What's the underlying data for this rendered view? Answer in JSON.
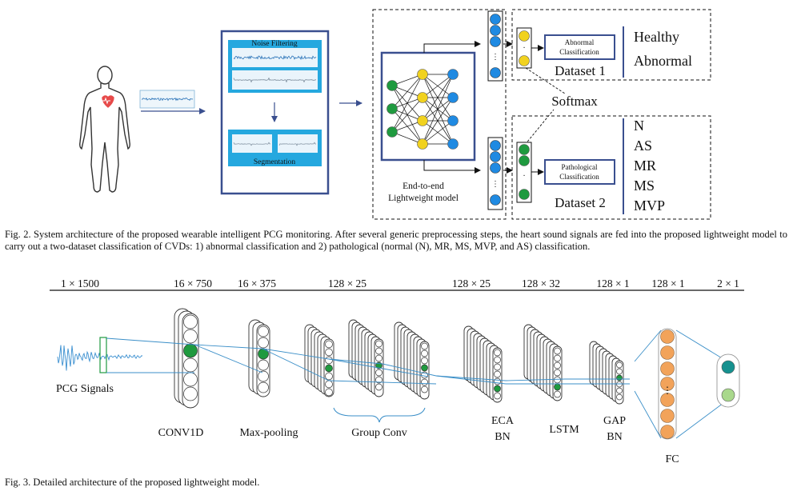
{
  "figure2": {
    "noise_filtering": "Noise Filtering",
    "segmentation": "Segmentation",
    "model_label_line1": "End-to-end",
    "model_label_line2": "Lightweight model",
    "softmax": "Softmax",
    "abnormal_box_line1": "Abnormal",
    "abnormal_box_line2": "Classification",
    "pathological_box_line1": "Pathological",
    "pathological_box_line2": "Classification",
    "dataset1": "Dataset 1",
    "dataset2": "Dataset 2",
    "dataset1_classes": [
      "Healthy",
      "Abnormal"
    ],
    "dataset2_classes": [
      "N",
      "AS",
      "MR",
      "MS",
      "MVP"
    ],
    "caption": "Fig. 2.   System architecture of the proposed wearable intelligent PCG monitoring. After several generic preprocessing steps, the heart sound signals are fed into the proposed lightweight model to carry out a two-dataset classification of CVDs: 1) abnormal classification and 2) pathological (normal (N), MR, MS, MVP, and AS) classification."
  },
  "figure3": {
    "dims": [
      "1 × 1500",
      "16 × 750",
      "16 × 375",
      "128 × 25",
      "128 × 25",
      "128 × 32",
      "128 × 1",
      "128 × 1",
      "2 × 1"
    ],
    "input_label": "PCG Signals",
    "stage_labels": {
      "conv1d": "CONV1D",
      "maxpool": "Max-pooling",
      "groupconv": "Group Conv",
      "eca_line1": "ECA",
      "eca_line2": "BN",
      "lstm": "LSTM",
      "gap_line1": "GAP",
      "gap_line2": "BN",
      "fc": "FC"
    },
    "caption": "Fig. 3.   Detailed architecture of the proposed lightweight model."
  },
  "colors": {
    "frame_blue": "#3a4f8f",
    "cyan_panel": "#25a8df",
    "node_green": "#1f9a3f",
    "node_yellow": "#f1d21f",
    "node_blue": "#1f8ae2",
    "node_orange": "#f2a35a",
    "node_teal": "#16918f",
    "node_lightgreen": "#a9d88c",
    "link_blue": "#3b8fc8"
  }
}
